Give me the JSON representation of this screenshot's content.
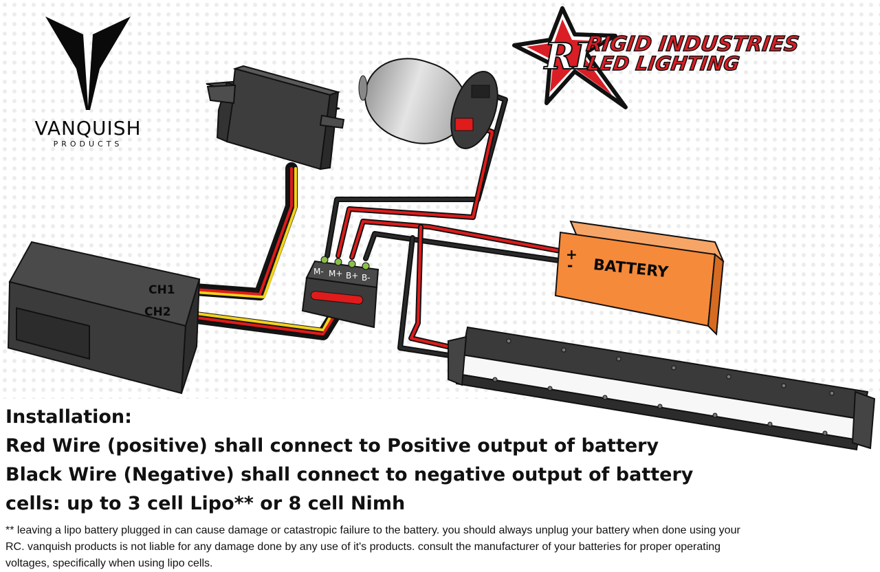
{
  "brands": {
    "vanquish_name": "VANQUISH",
    "vanquish_sub": "PRODUCTS",
    "rigid_line1": "RIGID INDUSTRIES",
    "rigid_line2": "LED LIGHTING"
  },
  "labels": {
    "ch1": "CH1",
    "ch2": "CH2",
    "terminals": [
      "M-",
      "M+",
      "B+",
      "B-"
    ],
    "battery": "BATTERY",
    "battery_pos": "+",
    "battery_neg": "-"
  },
  "instructions": {
    "heading": "Installation:",
    "red_wire": "Red Wire (positive) shall connect to Positive output of battery",
    "black_wire": "Black Wire (Negative) shall connect to negative output of battery",
    "cells": "cells: up to 3 cell Lipo** or 8 cell Nimh",
    "note": "** leaving a lipo battery plugged in can cause damage or catastropic failure to the battery. you should always unplug your battery when done using your RC. vanquish products is not liable for any damage done by any use of it's products. consult the manufacturer of your batteries for proper operating voltages, specifically when using lipo cells."
  },
  "colors": {
    "wire_red": "#e01b1b",
    "wire_black": "#151515",
    "wire_yellow": "#f2d21a",
    "battery_orange": "#f58a3a",
    "receiver_gray": "#3b3b3b"
  }
}
